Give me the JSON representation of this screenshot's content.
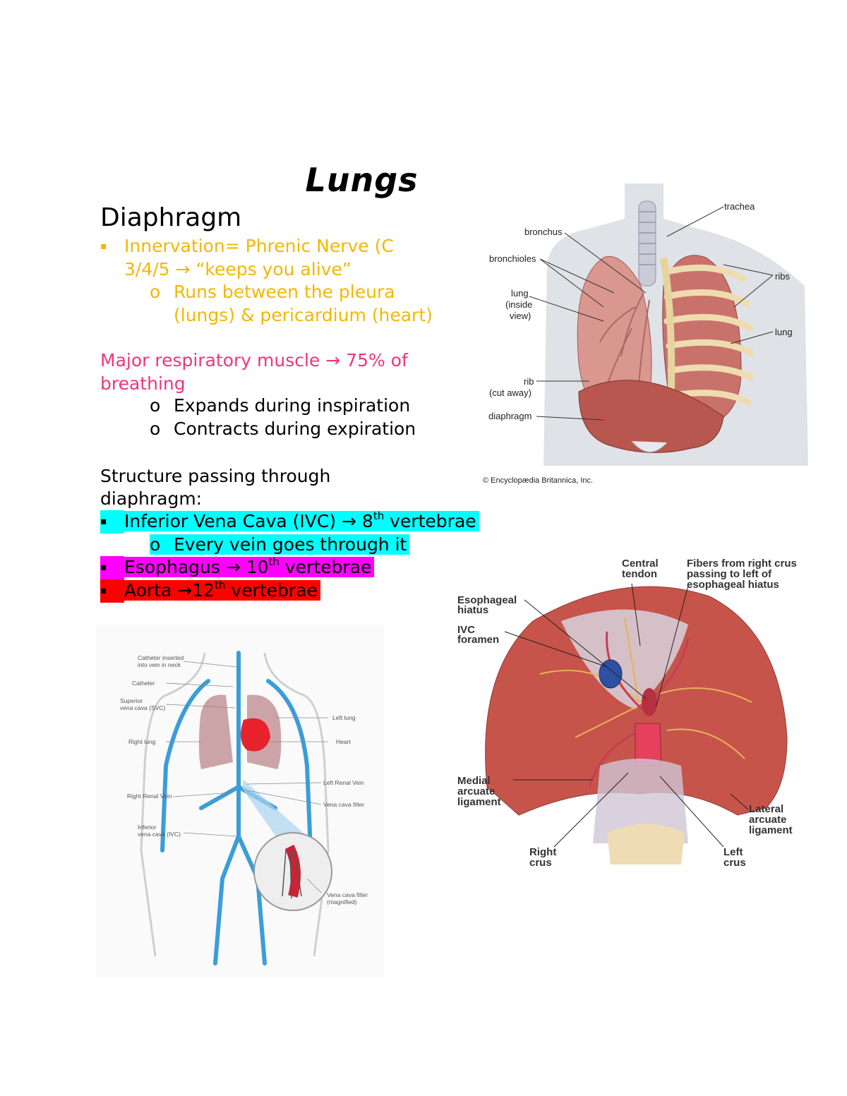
{
  "title": "Lungs",
  "heading": "Diaphragm",
  "innervation": {
    "line1": "Innervation= Phrenic Nerve (C",
    "line2": "3/4/5 → “keeps you alive”",
    "sub_line1": "Runs between the pleura",
    "sub_line2": "(lungs) & pericardium (heart)"
  },
  "major": {
    "line1": "Major respiratory muscle → 75% of",
    "line2": "breathing",
    "sub1": "Expands during inspiration",
    "sub2": "Contracts during expiration"
  },
  "structure": {
    "line1": "Structure passing through",
    "line2": "diaphragm:",
    "ivc_pre": "Inferior Vena Cava (IVC) → 8",
    "ivc_sup": "th",
    "ivc_post": " vertebrae",
    "ivc_sub": "Every vein goes through it",
    "eso_pre": "Esophagus → 10",
    "eso_sup": "th",
    "eso_post": " vertebrae",
    "aorta_pre": "Aorta →12",
    "aorta_sup": "th",
    "aorta_post": " vertebrae"
  },
  "bullet_symbols": {
    "square": "▪",
    "circle": "o"
  },
  "figure_lungs": {
    "labels": {
      "trachea": "trachea",
      "bronchus": "bronchus",
      "bronchioles": "bronchioles",
      "lung_inside_1": "lung",
      "lung_inside_2": "(inside",
      "lung_inside_3": "view)",
      "ribs": "ribs",
      "lung": "lung",
      "rib_1": "rib",
      "rib_2": "(cut away)",
      "diaphragm": "diaphragm"
    },
    "credit": "© Encyclopædia Britannica, Inc."
  },
  "figure_diaphragm": {
    "labels": {
      "central_1": "Central",
      "central_2": "tendon",
      "fibers_1": "Fibers from right crus",
      "fibers_2": "passing to left of",
      "fibers_3": "esophageal hiatus",
      "eso_1": "Esophageal",
      "eso_2": "hiatus",
      "ivc_1": "IVC",
      "ivc_2": "foramen",
      "medial_1": "Medial",
      "medial_2": "arcuate",
      "medial_3": "ligament",
      "lateral_1": "Lateral",
      "lateral_2": "arcuate",
      "lateral_3": "ligament",
      "right_1": "Right",
      "right_2": "crus",
      "left_1": "Left",
      "left_2": "crus"
    }
  },
  "figure_catheter": {
    "labels": {
      "cath_inserted_1": "Catheter inserted",
      "cath_inserted_2": "into vein in neck",
      "catheter": "Catheter",
      "svc_1": "Superior",
      "svc_2": "vena cava (SVC)",
      "right_lung": "Right lung",
      "left_lung": "Left lung",
      "heart": "Heart",
      "left_renal": "Left Renal Vein",
      "right_renal": "Right Renal Vein",
      "filter": "Vena cava filter",
      "ivc_1": "Inferior",
      "ivc_2": "vena cava (IVC)",
      "filter_mag_1": "Vena cava filter",
      "filter_mag_2": "(magnified)"
    }
  }
}
